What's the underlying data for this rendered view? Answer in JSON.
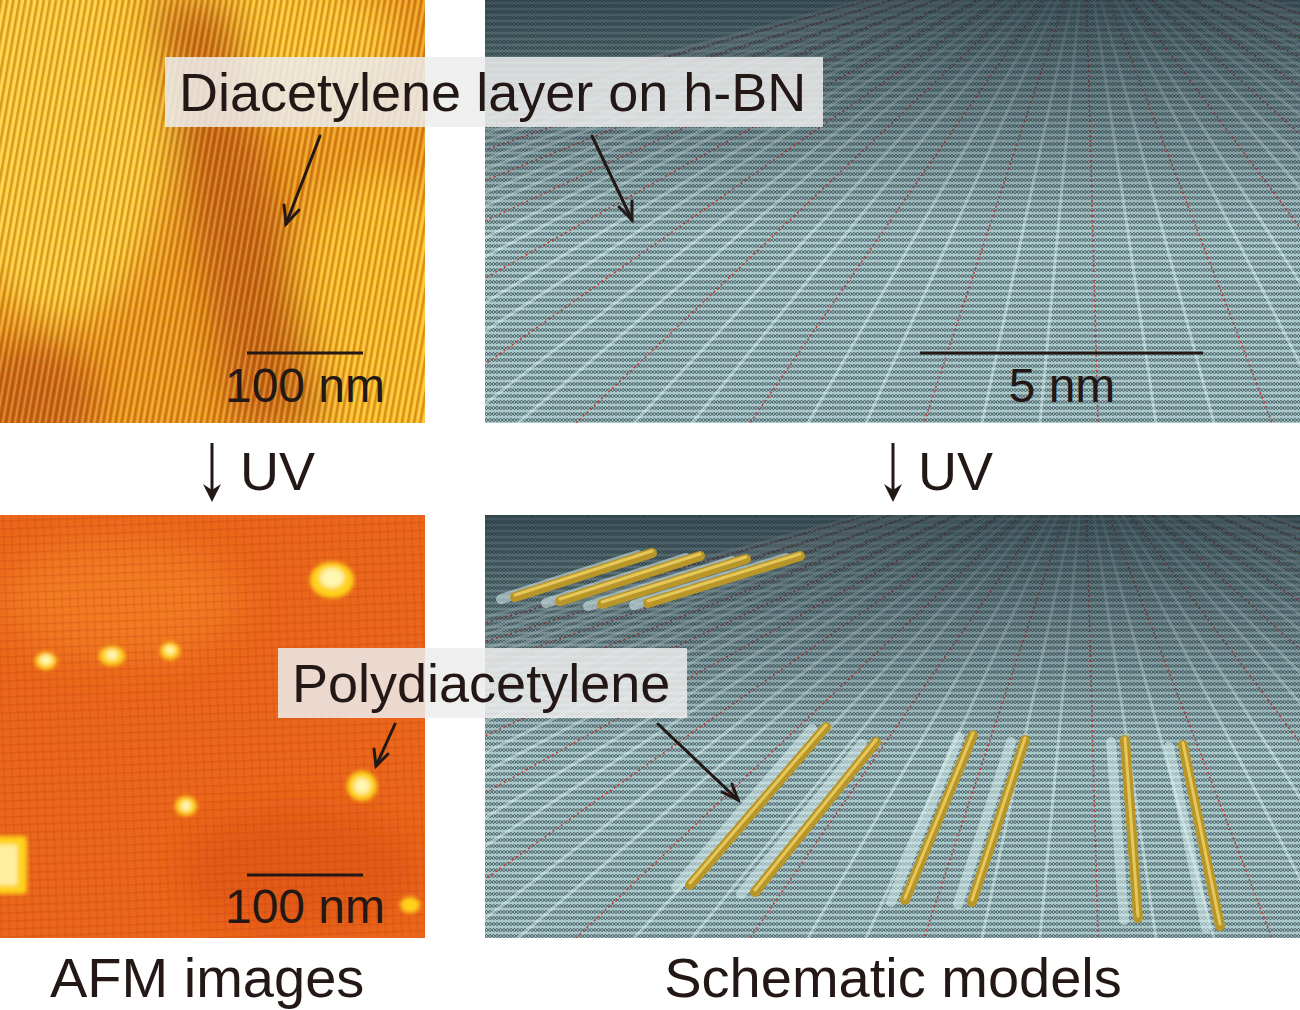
{
  "diagram": {
    "nodes": [
      {
        "text": [
          "Diacetylene layer on h-BN"
        ]
      },
      {
        "text": [
          "Polydiacetylene"
        ]
      }
    ],
    "labels": [
      "100 nm",
      "5 nm",
      "UV",
      "UV",
      "100 nm",
      "AFM images",
      "Schematic models"
    ]
  }
}
